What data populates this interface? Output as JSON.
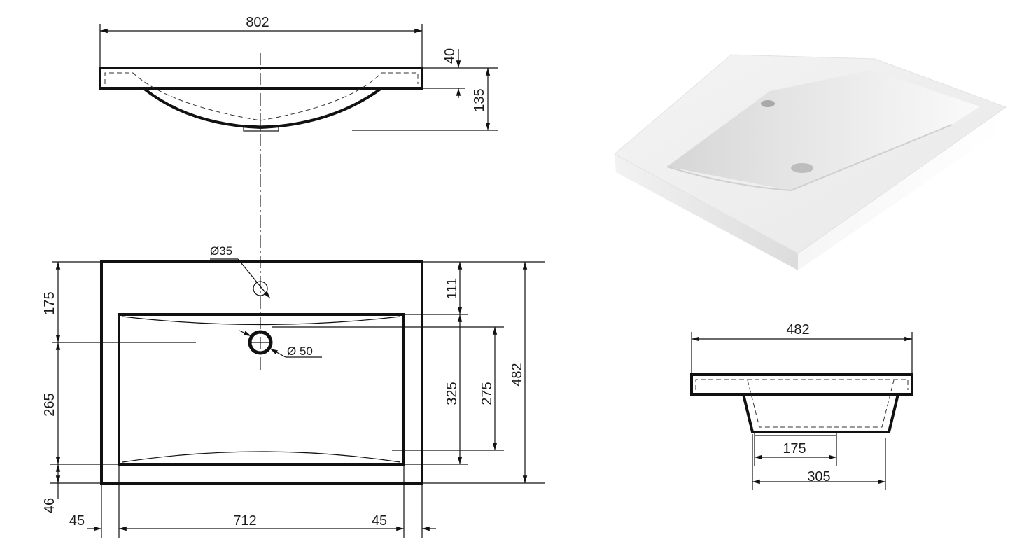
{
  "top_view": {
    "width_label": "802",
    "rim_label": "40",
    "depth_label": "135"
  },
  "plan_view": {
    "tap_hole_label": "Ø35",
    "drain_label": "Ø 50",
    "left_dims": [
      "175",
      "265",
      "46"
    ],
    "right_dims": [
      "111",
      "325",
      "275",
      "482"
    ],
    "bottom_dims": [
      "45",
      "712",
      "45"
    ]
  },
  "side_view": {
    "width_label": "482",
    "drain_label": "175",
    "bowl_label": "305"
  },
  "colors": {
    "line": "#111111",
    "background": "#ffffff"
  }
}
